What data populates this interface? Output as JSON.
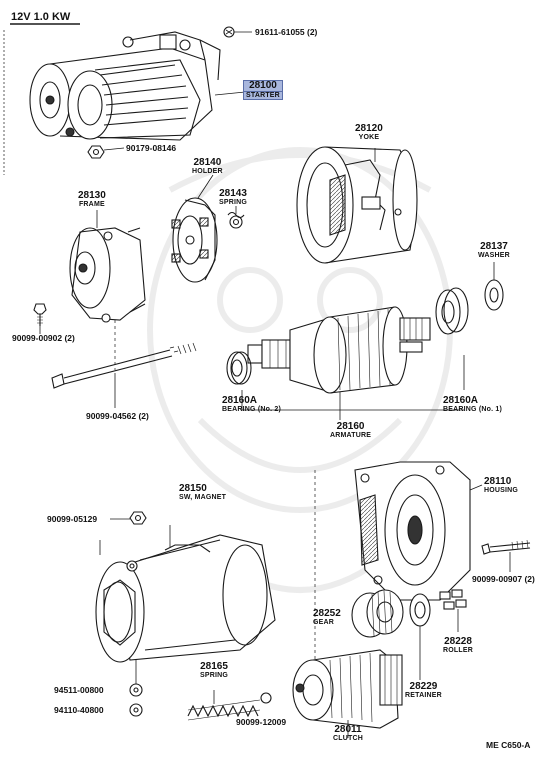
{
  "header": {
    "spec": "12V 1.0 KW"
  },
  "footer": {
    "code": "ME  C650-A"
  },
  "colors": {
    "highlight": "#a9b7dd",
    "ink": "#1a1a1a"
  },
  "callouts": [
    {
      "id": "c1",
      "number": "91611-61055 (2)"
    },
    {
      "id": "c2",
      "number": "28100",
      "name": "STARTER",
      "highlighted": true
    },
    {
      "id": "c3",
      "number": "90179-08146"
    },
    {
      "id": "c4",
      "number": "28140",
      "name": "HOLDER"
    },
    {
      "id": "c5",
      "number": "28143",
      "name": "SPRING"
    },
    {
      "id": "c6",
      "number": "28120",
      "name": "YOKE"
    },
    {
      "id": "c7",
      "number": "28130",
      "name": "FRAME"
    },
    {
      "id": "c8",
      "number": "28137",
      "name": "WASHER"
    },
    {
      "id": "c9",
      "number": "90099-00902 (2)"
    },
    {
      "id": "c10",
      "number": "90099-04562 (2)"
    },
    {
      "id": "c11",
      "number": "28160A",
      "name": "BEARING (No. 2)"
    },
    {
      "id": "c12",
      "number": "28160",
      "name": "ARMATURE"
    },
    {
      "id": "c13",
      "number": "28160A",
      "name": "BEARING (No. 1)"
    },
    {
      "id": "c14",
      "number": "28150",
      "name": "SW, MAGNET"
    },
    {
      "id": "c15",
      "number": "28110",
      "name": "HOUSING"
    },
    {
      "id": "c16",
      "number": "90099-05129"
    },
    {
      "id": "c17",
      "number": "90099-00907 (2)"
    },
    {
      "id": "c18",
      "number": "28252",
      "name": "GEAR"
    },
    {
      "id": "c19",
      "number": "28228",
      "name": "ROLLER"
    },
    {
      "id": "c20",
      "number": "28165",
      "name": "SPRING"
    },
    {
      "id": "c21",
      "number": "28229",
      "name": "RETAINER"
    },
    {
      "id": "c22",
      "number": "94511-00800"
    },
    {
      "id": "c23",
      "number": "94110-40800"
    },
    {
      "id": "c24",
      "number": "90099-12009"
    },
    {
      "id": "c25",
      "number": "28011",
      "name": "CLUTCH"
    }
  ]
}
